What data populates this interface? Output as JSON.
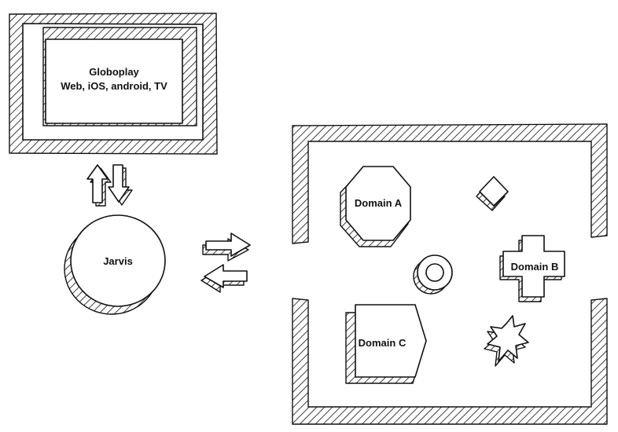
{
  "client_box": {
    "title": "Globoplay",
    "subtitle": "Web, iOS, android, TV"
  },
  "gateway": {
    "label": "Jarvis"
  },
  "domains": [
    {
      "label": "Domain A",
      "shape": "octagon"
    },
    {
      "label": "Domain B",
      "shape": "cross"
    },
    {
      "label": "Domain C",
      "shape": "pentagon-arrow"
    }
  ],
  "decorations": [
    "diamond",
    "ring",
    "star"
  ],
  "colors": {
    "ink": "#111111",
    "paper": "#ffffff"
  }
}
